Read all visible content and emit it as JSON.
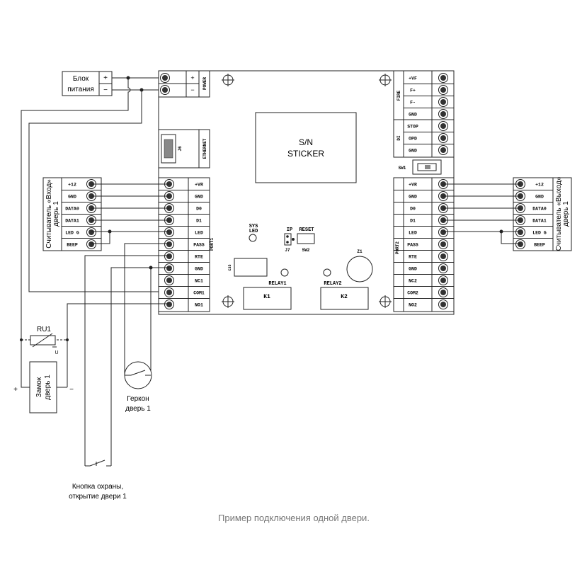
{
  "power_supply": {
    "label_line1": "Блок",
    "label_line2": "питания",
    "plus": "+",
    "minus": "−"
  },
  "power_terminal": {
    "plus": "+",
    "minus": "−",
    "name": "POWER"
  },
  "ethernet": {
    "jack": "J6",
    "name": "ETHERNET"
  },
  "sticker": {
    "line1": "S/N",
    "line2": "STICKER"
  },
  "fire_block": {
    "name": "FIRE",
    "pins": [
      "+VF",
      "F+",
      "F-",
      "GND"
    ]
  },
  "di_block": {
    "name": "DI",
    "pins": [
      "STOP",
      "OPD",
      "GND"
    ]
  },
  "sw1": "SW1",
  "port1": {
    "name": "PORT1",
    "pins": [
      "+VR",
      "GND",
      "D0",
      "D1",
      "LED",
      "PASS",
      "RTE",
      "GND",
      "NC1",
      "COM1",
      "NO1"
    ]
  },
  "port2": {
    "name": "PORT2",
    "pins": [
      "+VR",
      "GND",
      "D0",
      "D1",
      "LED",
      "PASS",
      "RTE",
      "GND",
      "NC2",
      "COM2",
      "NO2"
    ]
  },
  "reader_entry": {
    "title_line1": "Считыватель «Вход»",
    "title_line2": "дверь 1",
    "pins": [
      "+12",
      "GND",
      "DATA0",
      "DATA1",
      "LED G",
      "BEEP"
    ]
  },
  "reader_exit": {
    "title_line1": "Считыватель «Выход»",
    "title_line2": "дверь 1",
    "pins": [
      "+12",
      "GND",
      "DATA0",
      "DATA1",
      "LED G",
      "BEEP"
    ]
  },
  "board_misc": {
    "sys_led_1": "SYS",
    "sys_led_2": "LED",
    "ip": "IP",
    "reset": "RESET",
    "j7": "J7",
    "sw2": "SW2",
    "c35": "C35",
    "z1": "Z1",
    "relay1": "RELAY1",
    "relay2": "RELAY2",
    "k1": "K1",
    "k2": "K2"
  },
  "varistor": {
    "name": "RU1",
    "u": "U"
  },
  "lock": {
    "line1": "Замок",
    "line2": "дверь 1",
    "plus": "+",
    "minus": "−"
  },
  "reed": {
    "line1": "Геркон",
    "line2": "дверь 1"
  },
  "button": {
    "line1": "Кнопка охраны,",
    "line2": "открытие двери 1"
  },
  "caption": "Пример подключения одной двери.",
  "colors": {
    "line": "#1a1a1a",
    "caption": "#777777",
    "terminal": "#333333"
  }
}
